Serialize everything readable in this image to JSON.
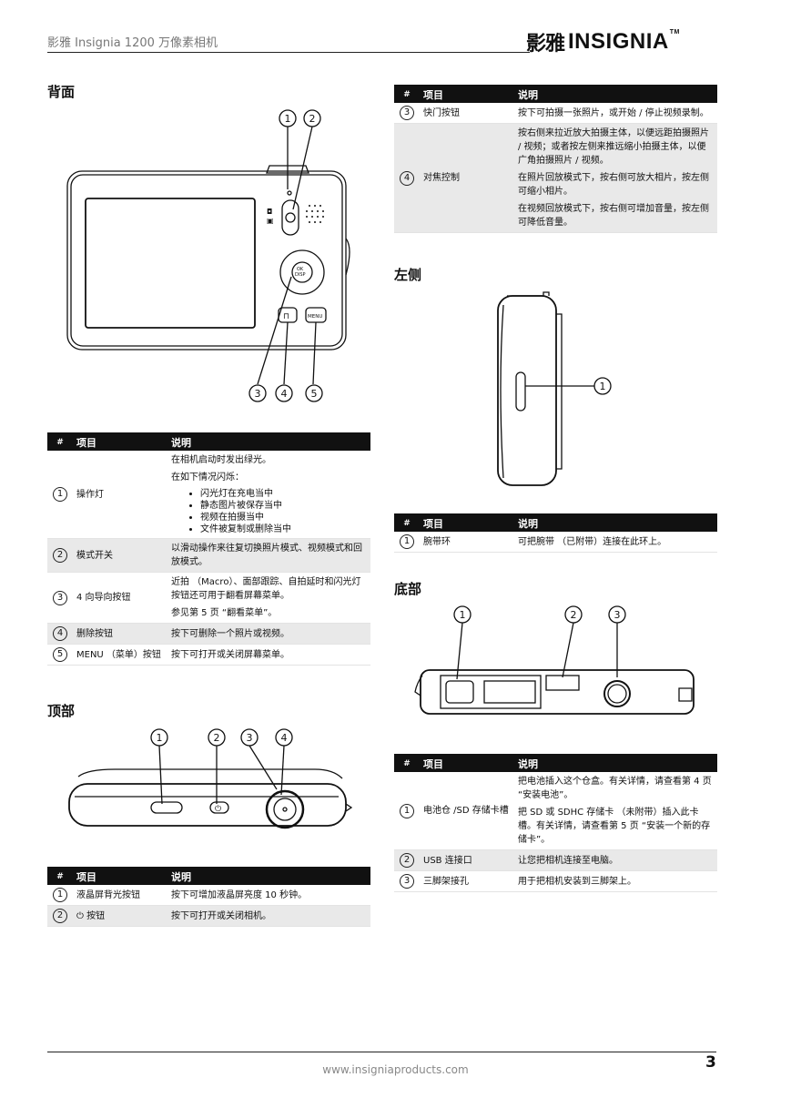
{
  "header": {
    "title": "影雅 Insignia 1200 万像素相机",
    "logo_cn": "影雅",
    "logo_en": "INSIGNIA",
    "logo_tm": "TM"
  },
  "sections": {
    "back": "背面",
    "top": "顶部",
    "left": "左侧",
    "bottom": "底部"
  },
  "columns": {
    "num": "#",
    "item": "项目",
    "desc": "说明"
  },
  "callouts": {
    "c1": "1",
    "c2": "2",
    "c3": "3",
    "c4": "4",
    "c5": "5"
  },
  "camera_labels": {
    "ok": "OK",
    "disp": "DISP",
    "menu": "MENU"
  },
  "back_table": [
    {
      "num": "1",
      "item": "操作灯",
      "lines": [
        "在相机启动时发出绿光。",
        "在如下情况闪烁："
      ],
      "bullets": [
        "闪光灯在充电当中",
        "静态图片被保存当中",
        "视频在拍摄当中",
        "文件被复制或删除当中"
      ]
    },
    {
      "num": "2",
      "item": "模式开关",
      "lines": [
        "以滑动操作来往复切换照片模式、视频模式和回放模式。"
      ]
    },
    {
      "num": "3",
      "item": "4 向导向按钮",
      "lines": [
        "近拍 （Macro）、面部跟踪、自拍延时和闪光灯按钮还可用于翻看屏幕菜单。",
        "参见第 5 页 “翻看菜单”。"
      ]
    },
    {
      "num": "4",
      "item": "删除按钮",
      "lines": [
        "按下可删除一个照片或视频。"
      ]
    },
    {
      "num": "5",
      "item": "MENU （菜单）按钮",
      "lines": [
        "按下可打开或关闭屏幕菜单。"
      ]
    }
  ],
  "top_table": [
    {
      "num": "1",
      "item": "液晶屏背光按钮",
      "lines": [
        "按下可增加液晶屏亮度 10 秒钟。"
      ]
    },
    {
      "num": "2",
      "item_icon": "⏻",
      "item": " 按钮",
      "lines": [
        "按下可打开或关闭相机。"
      ]
    }
  ],
  "right_table": [
    {
      "num": "3",
      "item": "快门按钮",
      "lines": [
        "按下可拍摄一张照片，或开始 / 停止视频录制。"
      ]
    },
    {
      "num": "4",
      "item": "对焦控制",
      "lines": [
        "按右侧来拉近放大拍摄主体，以便远距拍摄照片 / 视频；或者按左侧来推远缩小拍摄主体，以便广角拍摄照片 / 视频。",
        "在照片回放模式下，按右侧可放大相片，按左侧可缩小相片。",
        "在视频回放模式下，按右侧可增加音量，按左侧可降低音量。"
      ]
    }
  ],
  "left_table": [
    {
      "num": "1",
      "item": "腕带环",
      "lines": [
        "可把腕带 （已附带）连接在此环上。"
      ]
    }
  ],
  "bottom_table": [
    {
      "num": "1",
      "item": "电池仓 /SD 存储卡槽",
      "lines": [
        "把电池插入这个仓盒。有关详情，请查看第 4 页 “安装电池”。",
        "把 SD 或 SDHC 存储卡 （未附带）插入此卡槽。有关详情，请查看第 5 页 “安装一个新的存储卡”。"
      ]
    },
    {
      "num": "2",
      "item": "USB 连接口",
      "lines": [
        "让您把相机连接至电脑。"
      ]
    },
    {
      "num": "3",
      "item": "三脚架接孔",
      "lines": [
        "用于把相机安装到三脚架上。"
      ]
    }
  ],
  "footer": {
    "url": "www.insigniaproducts.com",
    "page": "3"
  }
}
